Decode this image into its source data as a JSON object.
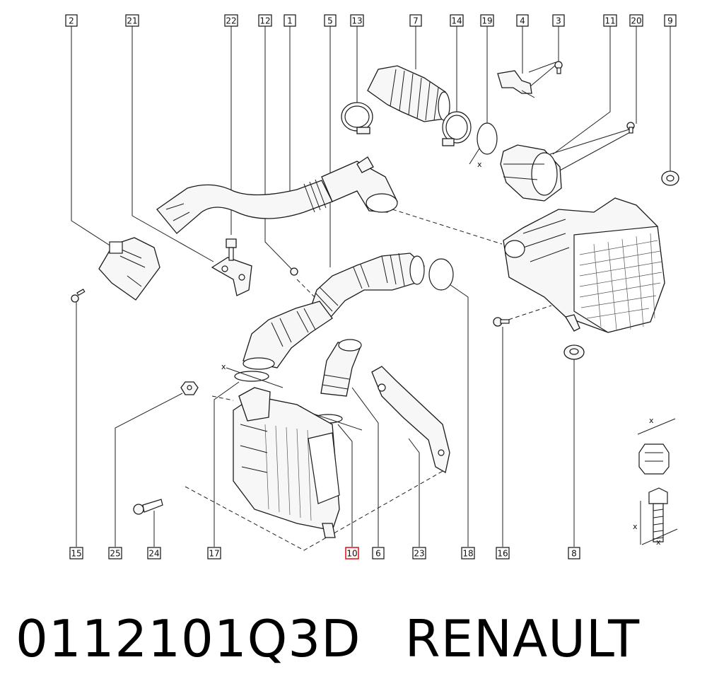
{
  "callouts": [
    {
      "label": "2"
    },
    {
      "label": "21"
    },
    {
      "label": "22"
    },
    {
      "label": "12"
    },
    {
      "label": "1"
    },
    {
      "label": "5"
    },
    {
      "label": "13"
    },
    {
      "label": "7"
    },
    {
      "label": "14"
    },
    {
      "label": "19"
    },
    {
      "label": "4"
    },
    {
      "label": "3"
    },
    {
      "label": "11"
    },
    {
      "label": "20"
    },
    {
      "label": "9"
    },
    {
      "label": "15"
    },
    {
      "label": "25"
    },
    {
      "label": "24"
    },
    {
      "label": "17"
    },
    {
      "label": "10",
      "highlighted": true
    },
    {
      "label": "6"
    },
    {
      "label": "23"
    },
    {
      "label": "18"
    },
    {
      "label": "16"
    },
    {
      "label": "8"
    }
  ],
  "dimension_marks": [
    "x",
    "x",
    "x",
    "x",
    "x",
    "x"
  ],
  "caption": {
    "part_number": "0112101Q3D",
    "brand": "RENAULT"
  },
  "colors": {
    "line": "#111111",
    "highlight": "#e01e24",
    "background": "#ffffff"
  }
}
